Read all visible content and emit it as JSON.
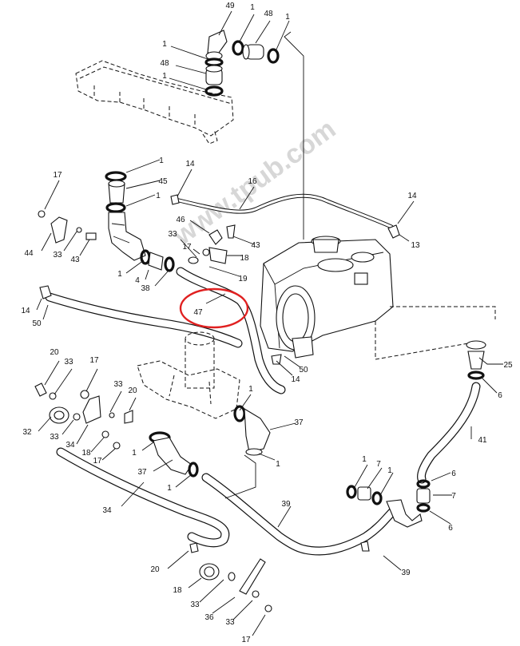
{
  "watermark": "www.tpub.com",
  "highlight": {
    "part": "47",
    "color": "#e02020"
  },
  "callouts": [
    {
      "id": "c49",
      "text": "49"
    },
    {
      "id": "c1a",
      "text": "1"
    },
    {
      "id": "c48a",
      "text": "48"
    },
    {
      "id": "c1b",
      "text": "1"
    },
    {
      "id": "c1c",
      "text": "1"
    },
    {
      "id": "c48b",
      "text": "48"
    },
    {
      "id": "c1d",
      "text": "1"
    },
    {
      "id": "c1e",
      "text": "1"
    },
    {
      "id": "c45",
      "text": "45"
    },
    {
      "id": "c1f",
      "text": "1"
    },
    {
      "id": "c17a",
      "text": "17"
    },
    {
      "id": "c14a",
      "text": "14"
    },
    {
      "id": "c16",
      "text": "16"
    },
    {
      "id": "c14b",
      "text": "14"
    },
    {
      "id": "c13",
      "text": "13"
    },
    {
      "id": "c46",
      "text": "46"
    },
    {
      "id": "c43a",
      "text": "43"
    },
    {
      "id": "c33a",
      "text": "33"
    },
    {
      "id": "c17b",
      "text": "17"
    },
    {
      "id": "c18a",
      "text": "18"
    },
    {
      "id": "c44",
      "text": "44"
    },
    {
      "id": "c33b",
      "text": "33"
    },
    {
      "id": "c43b",
      "text": "43"
    },
    {
      "id": "c1g",
      "text": "1"
    },
    {
      "id": "c4",
      "text": "4"
    },
    {
      "id": "c38",
      "text": "38"
    },
    {
      "id": "c19",
      "text": "19"
    },
    {
      "id": "c14c",
      "text": "14"
    },
    {
      "id": "c50a",
      "text": "50"
    },
    {
      "id": "c47",
      "text": "47"
    },
    {
      "id": "c50b",
      "text": "50"
    },
    {
      "id": "c14d",
      "text": "14"
    },
    {
      "id": "c25",
      "text": "25"
    },
    {
      "id": "c6a",
      "text": "6"
    },
    {
      "id": "c20a",
      "text": "20"
    },
    {
      "id": "c33c",
      "text": "33"
    },
    {
      "id": "c17c",
      "text": "17"
    },
    {
      "id": "c33d",
      "text": "33"
    },
    {
      "id": "c20b",
      "text": "20"
    },
    {
      "id": "c1h",
      "text": "1"
    },
    {
      "id": "c37a",
      "text": "37"
    },
    {
      "id": "c32",
      "text": "32"
    },
    {
      "id": "c33e",
      "text": "33"
    },
    {
      "id": "c34a",
      "text": "34"
    },
    {
      "id": "c18b",
      "text": "18"
    },
    {
      "id": "c17d",
      "text": "17"
    },
    {
      "id": "c1i",
      "text": "1"
    },
    {
      "id": "c41",
      "text": "41"
    },
    {
      "id": "c37b",
      "text": "37"
    },
    {
      "id": "c1j",
      "text": "1"
    },
    {
      "id": "c1k",
      "text": "1"
    },
    {
      "id": "c7a",
      "text": "7"
    },
    {
      "id": "c1l",
      "text": "1"
    },
    {
      "id": "c6b",
      "text": "6"
    },
    {
      "id": "c7b",
      "text": "7"
    },
    {
      "id": "c34b",
      "text": "34"
    },
    {
      "id": "c39a",
      "text": "39"
    },
    {
      "id": "c6c",
      "text": "6"
    },
    {
      "id": "c1m",
      "text": "1"
    },
    {
      "id": "c39b",
      "text": "39"
    },
    {
      "id": "c20c",
      "text": "20"
    },
    {
      "id": "c18c",
      "text": "18"
    },
    {
      "id": "c33f",
      "text": "33"
    },
    {
      "id": "c36",
      "text": "36"
    },
    {
      "id": "c33g",
      "text": "33"
    },
    {
      "id": "c17e",
      "text": "17"
    }
  ]
}
